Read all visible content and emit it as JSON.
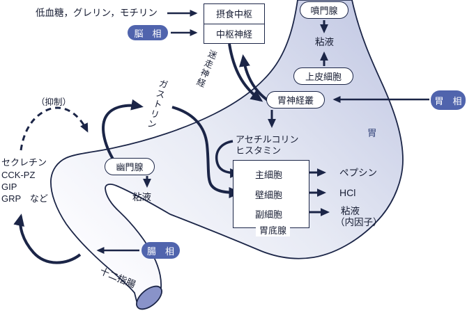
{
  "colors": {
    "line": "#1b2547",
    "badge": "#5064ad",
    "stomach_edge": "#c3c9e4",
    "stomach_center": "#fbfbfe",
    "duodenum_end": "#8993c9",
    "stomach_label": "#39497e"
  },
  "labels": {
    "stimuli": "低血糖，グレリン，モチリン",
    "feeding_center": "摂食中枢",
    "cns": "中枢神経",
    "phase_brain": "脳　相",
    "vagus_nerve": "迷走神経",
    "cardiac_gland": "噴門腺",
    "mucus_cardiac": "粘液",
    "epithelial_cells": "上皮細胞",
    "gastric_plexus": "胃神経叢",
    "phase_gastric": "胃　相",
    "stomach": "胃",
    "acetylcholine": "アセチルコリン",
    "histamine": "ヒスタミン",
    "gastrin": "ガストリン",
    "inhibition": "（抑制）",
    "hormones": [
      "セクレチン",
      "CCK-PZ",
      "GIP",
      "GRP　など"
    ],
    "pyloric_gland": "幽門腺",
    "mucus_pyloric": "粘液",
    "chief_cells": "主細胞",
    "parietal_cells": "壁細胞",
    "accessory_cells": "副細胞",
    "fundic_gland": "胃底腺",
    "pepsin": "ペプシン",
    "hcl": "HCl",
    "mucus_if_line1": "粘液",
    "mucus_if_line2": "（内因子）",
    "phase_intestinal": "腸　相",
    "duodenum": "十二指腸"
  }
}
